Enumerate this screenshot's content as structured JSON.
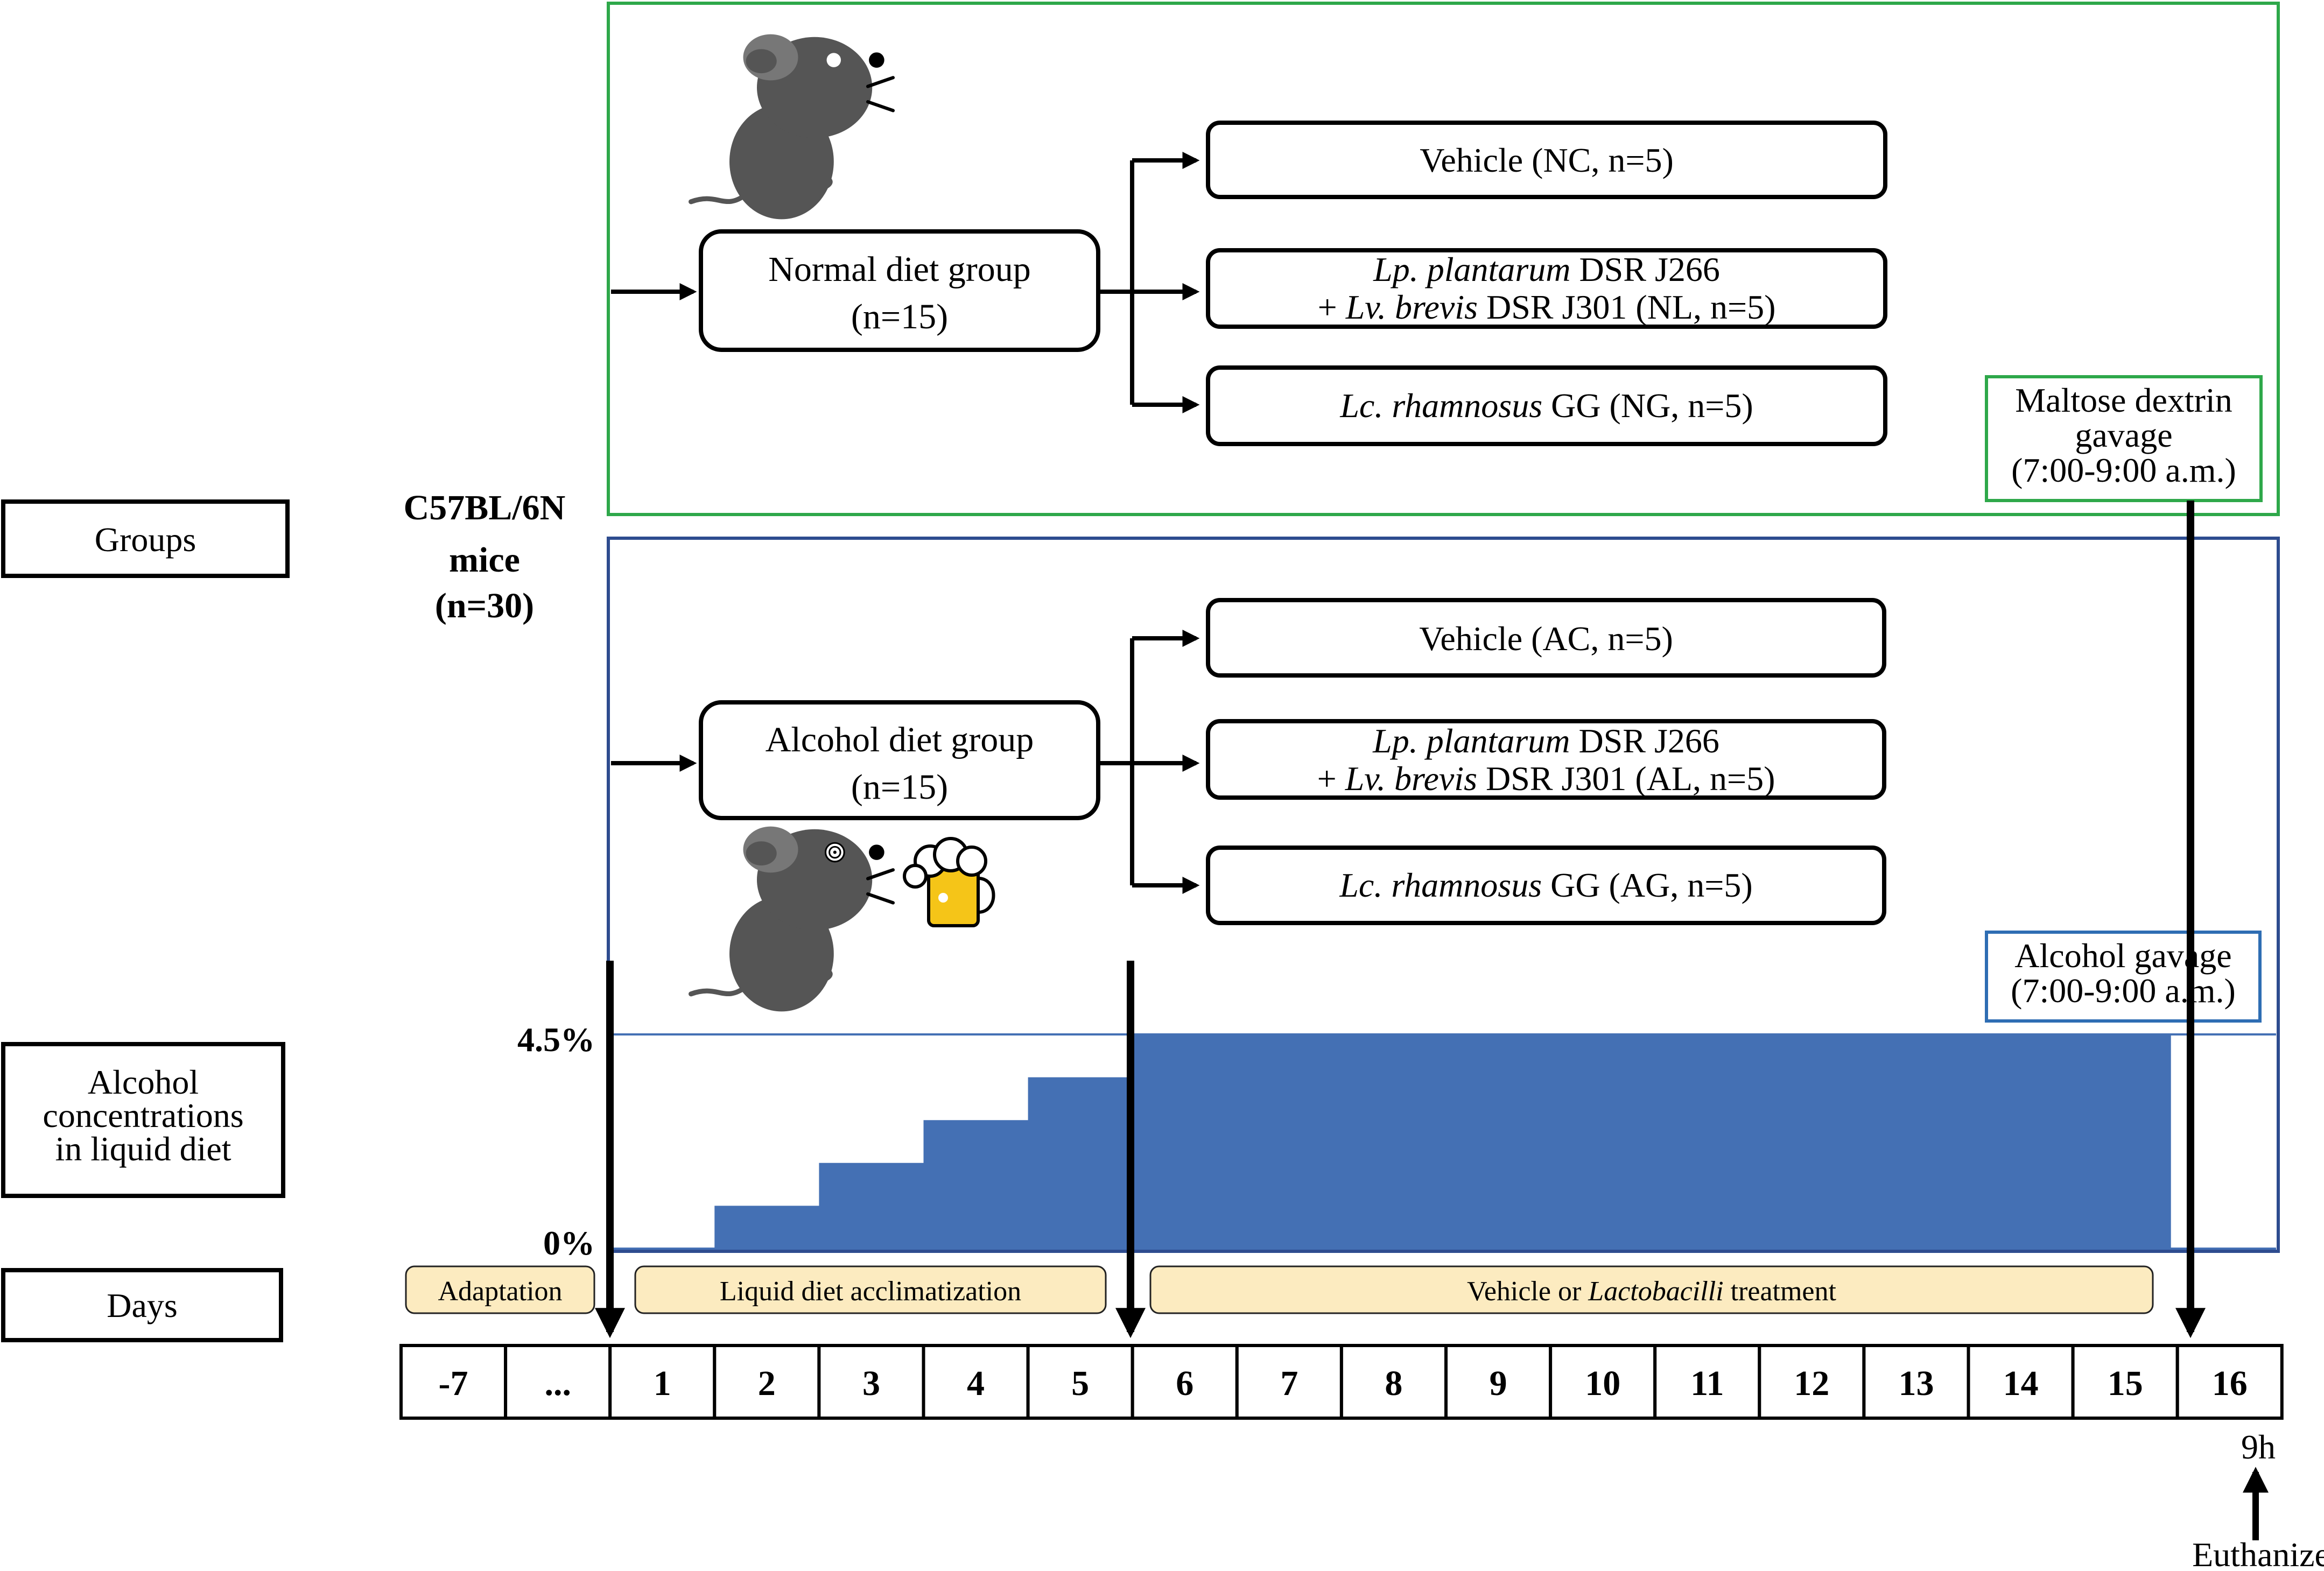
{
  "colors": {
    "normal_frame": "#2EA84A",
    "alcohol_frame": "#2E4C8F",
    "concentration_fill": "#4470B4",
    "phase_fill": "#FCEBC0",
    "mouse": "#555555",
    "beer": "#F5C518"
  },
  "left_labels": {
    "groups": "Groups",
    "alcohol_conc": [
      "Alcohol",
      "concentrations",
      "in liquid diet"
    ],
    "days": "Days"
  },
  "mice": {
    "line1": "C57BL/6N",
    "line2": "mice",
    "line3": "(n=30)"
  },
  "normal": {
    "group_name": "Normal diet group",
    "group_n": "(n=15)",
    "arm1": "Vehicle (NC, n=5)",
    "arm2_line1_italic": "Lp. plantarum",
    "arm2_line1_rest": " DSR J266",
    "arm2_line2_prefix": "+  ",
    "arm2_line2_italic": "Lv. brevis",
    "arm2_line2_rest": " DSR J301 (NL, n=5)",
    "arm3_italic": "Lc. rhamnosus",
    "arm3_rest": " GG (NG, n=5)",
    "gavage": [
      "Maltose dextrin",
      "gavage",
      "(7:00-9:00 a.m.)"
    ]
  },
  "alcohol": {
    "group_name": "Alcohol diet group",
    "group_n": "(n=15)",
    "arm1": "Vehicle (AC, n=5)",
    "arm2_line1_italic": "Lp. plantarum",
    "arm2_line1_rest": " DSR J266",
    "arm2_line2_prefix": "+ ",
    "arm2_line2_italic": "Lv. brevis",
    "arm2_line2_rest": " DSR J301 (AL, n=5)",
    "arm3_italic": "Lc. rhamnosus",
    "arm3_rest": " GG (AG, n=5)",
    "gavage": [
      "Alcohol gavage",
      "(7:00-9:00 a.m.)"
    ]
  },
  "concentration": {
    "y_top_label": "4.5%",
    "y_bottom_label": "0%",
    "max_percent": 4.5,
    "steps": [
      {
        "day": "1",
        "percent": 0
      },
      {
        "day": "2",
        "percent": 0.9
      },
      {
        "day": "3",
        "percent": 1.8
      },
      {
        "day": "4",
        "percent": 2.7
      },
      {
        "day": "5",
        "percent": 3.6
      },
      {
        "day": "6–15",
        "percent": 4.5
      }
    ]
  },
  "phases": {
    "adaptation": "Adaptation",
    "acclimatization": "Liquid diet acclimatization",
    "treatment_prefix": "Vehicle or ",
    "treatment_italic": "Lactobacilli",
    "treatment_suffix": " treatment"
  },
  "days": [
    "-7",
    "...",
    "1",
    "2",
    "3",
    "4",
    "5",
    "6",
    "7",
    "8",
    "9",
    "10",
    "11",
    "12",
    "13",
    "14",
    "15",
    "16"
  ],
  "euthanize": {
    "time": "9h",
    "label": "Euthanize"
  }
}
